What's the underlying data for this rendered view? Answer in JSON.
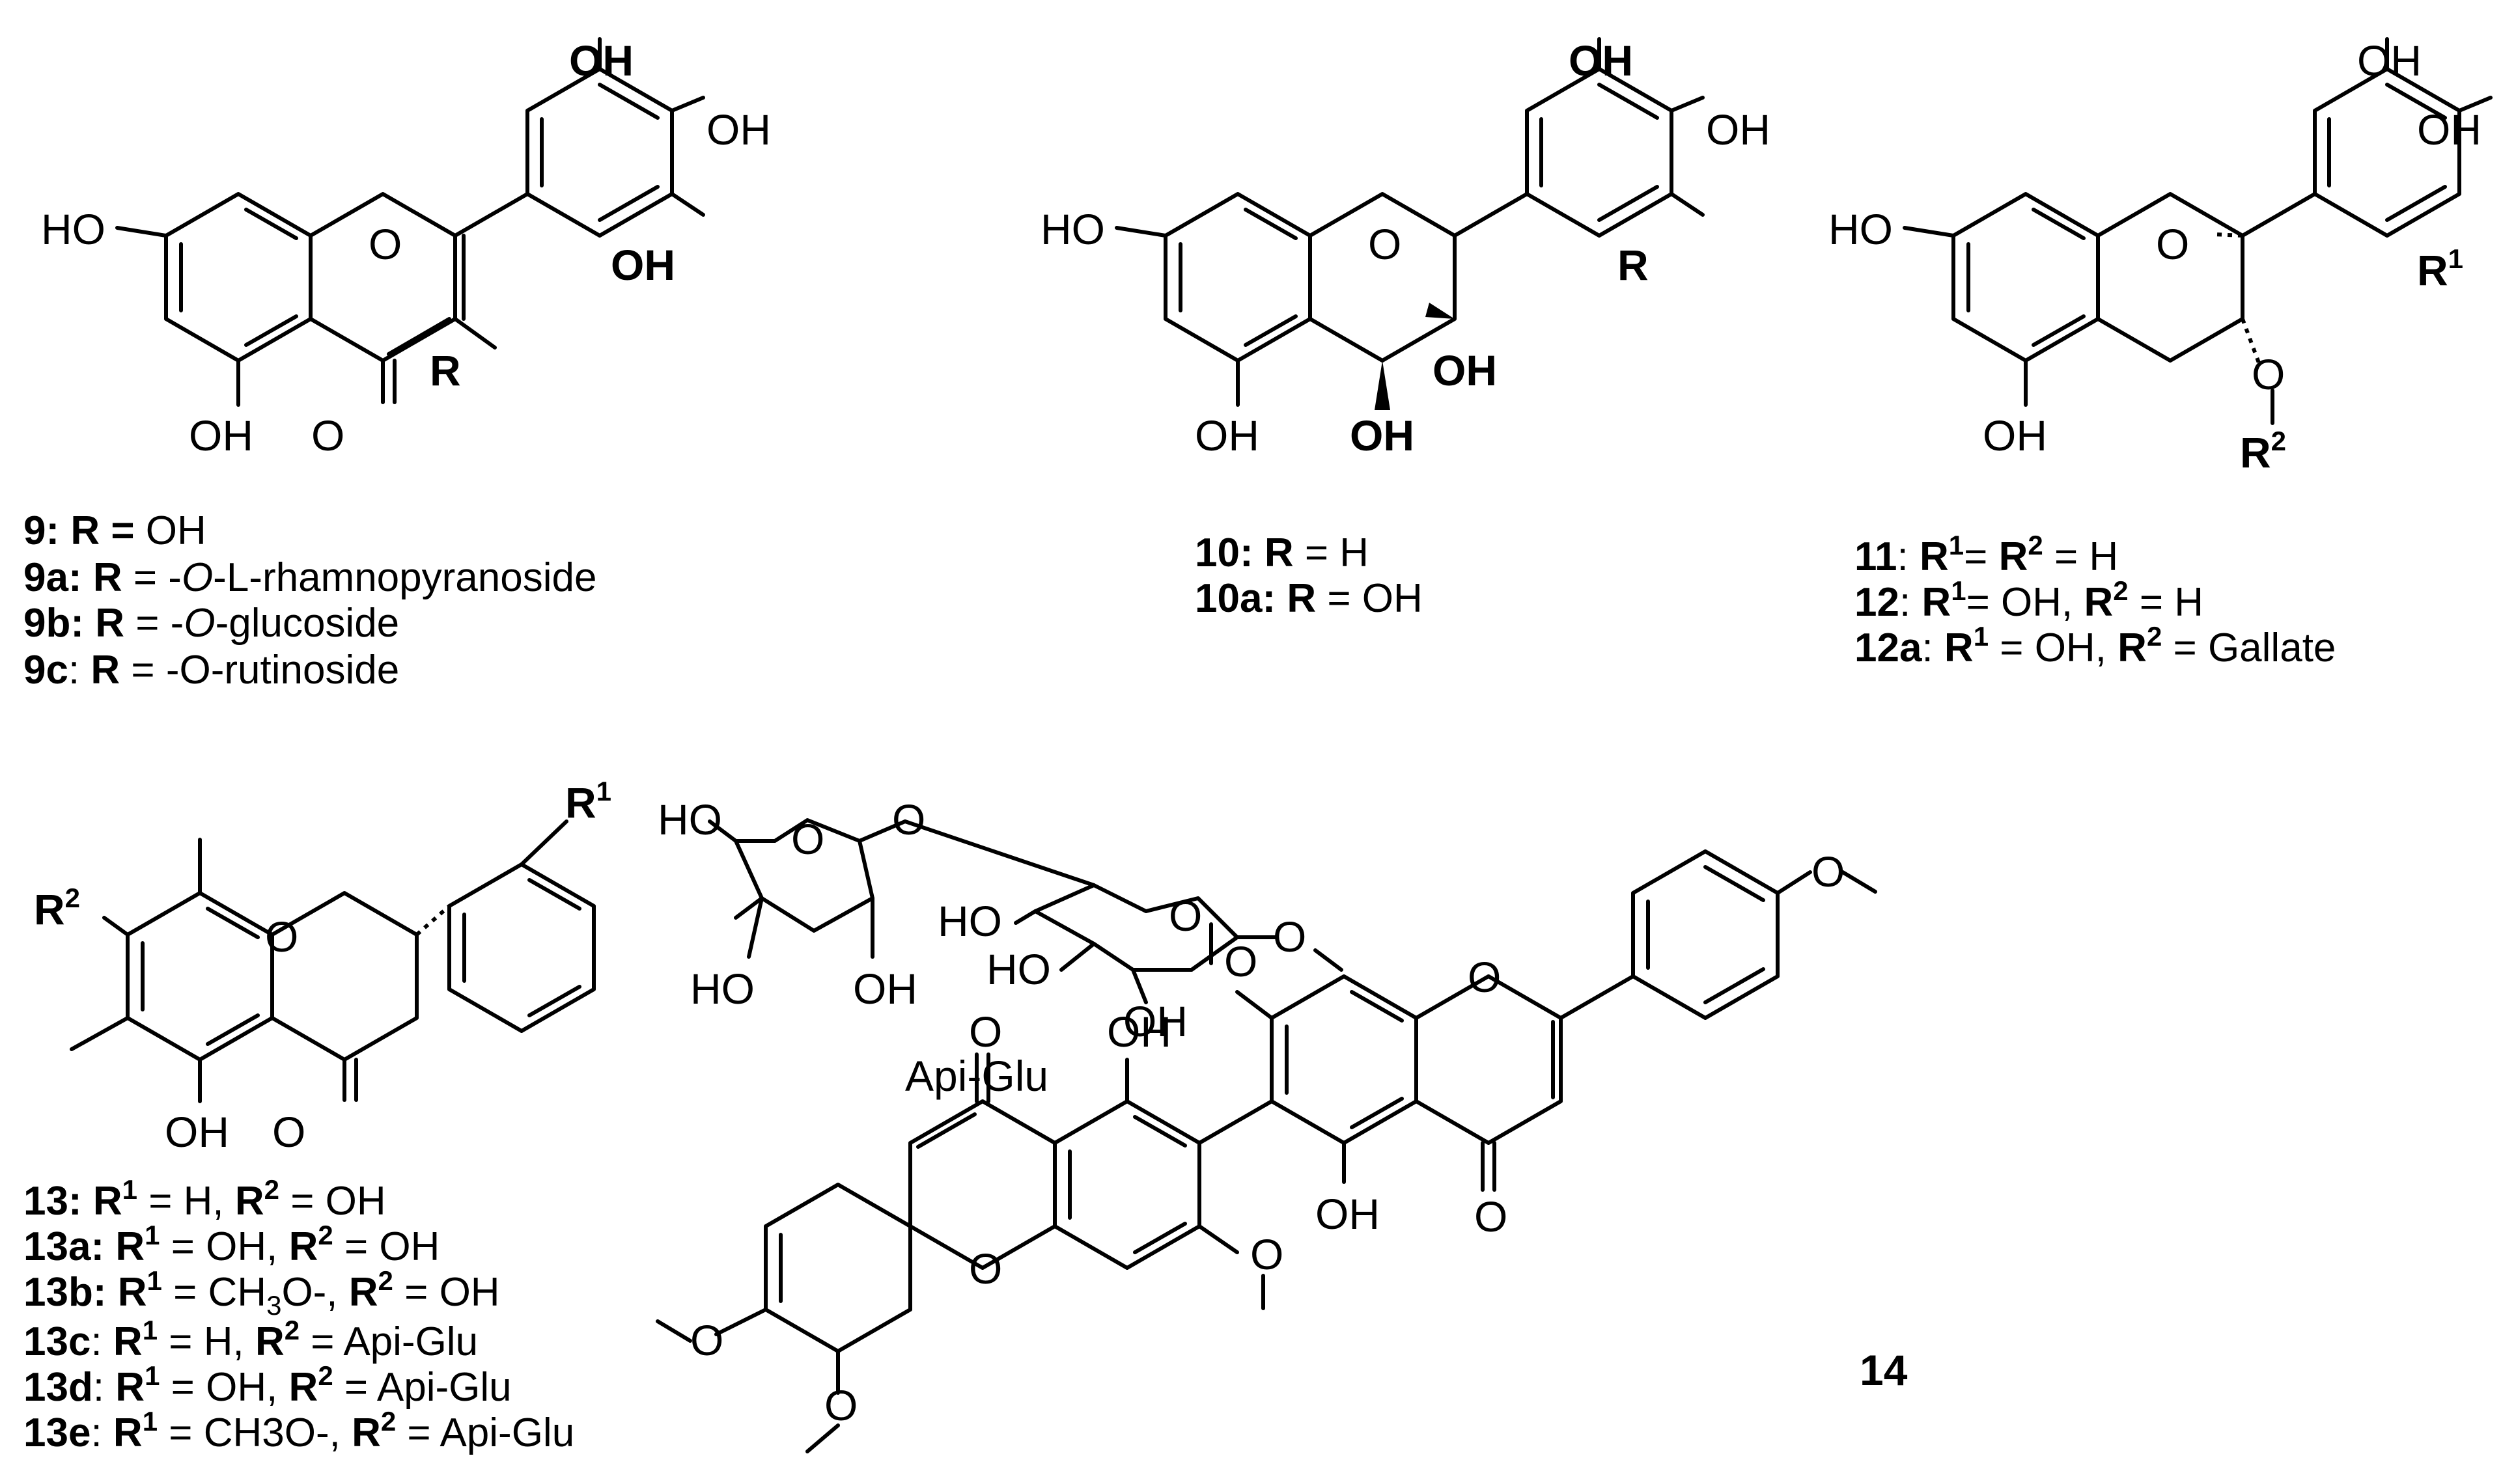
{
  "atoms": {
    "oh": "OH",
    "ho": "HO",
    "o": "O",
    "r": "R",
    "r_sym": "R",
    "sup1": "1",
    "sup2": "2"
  },
  "c9": {
    "lines": [
      {
        "id": "9",
        "post": ": ",
        "r": "R =",
        "val": " OH"
      },
      {
        "id": "9a",
        "post": ": ",
        "r": "R",
        "val": " = -",
        "o": "O",
        "tail": "-L-rhamnopyranoside"
      },
      {
        "id": "9b",
        "post": ": ",
        "r": "R",
        "val": " = -",
        "o": "O",
        "tail": "-glucoside"
      },
      {
        "id": "9c",
        "post": ": ",
        "r": "R",
        "val": " = -O-rutinoside"
      }
    ]
  },
  "c10": {
    "lines": [
      {
        "id": "10",
        "post": ": ",
        "r": "R",
        "val": " = H"
      },
      {
        "id": "10a",
        "post": ": ",
        "r": "R",
        "val": " = OH"
      }
    ]
  },
  "c11": {
    "l1": {
      "id": "11",
      "t1": ": ",
      "r1": "R",
      "s1": "1",
      "t2": "= ",
      "r2": "R",
      "s2": "2",
      "t3": " = H"
    },
    "l2": {
      "id": "12",
      "t1": ": ",
      "r1": "R",
      "s1": "1",
      "t2": "= OH, ",
      "r2": "R",
      "s2": "2",
      "t3": " = H"
    },
    "l3": {
      "id": "12a",
      "t1": ": ",
      "r1": "R",
      "s1": "1",
      "t2": " = OH, ",
      "r2": "R",
      "s2": "2",
      "t3": " = Gallate"
    }
  },
  "c13": {
    "l1": {
      "id": "13:",
      "t1": " ",
      "r1": "R",
      "s1": "1",
      "t2": " = H, ",
      "r2": "R",
      "s2": "2",
      "t3": " = OH"
    },
    "l2": {
      "id": "13a:",
      "t1": " ",
      "r1": "R",
      "s1": "1",
      "t2": " = OH, ",
      "r2": "R",
      "s2": "2",
      "t3": " = OH"
    },
    "l3": {
      "id": "13b:",
      "t1": " ",
      "r1": "R",
      "s1": "1",
      "t2": " = CH",
      "sub": "3",
      "t2b": "O-, ",
      "r2": "R",
      "s2": "2",
      "t3": " = OH"
    },
    "l4": {
      "id": "13c",
      "t1": ": ",
      "r1": "R",
      "s1": "1",
      "t2": " = H, ",
      "r2": "R",
      "s2": "2",
      "t3": " = Api-Glu"
    },
    "l5": {
      "id": "13d",
      "t1": ": ",
      "r1": "R",
      "s1": "1",
      "t2": " = OH, ",
      "r2": "R",
      "s2": "2",
      "t3": " = Api-Glu"
    },
    "l6": {
      "id": "13e",
      "t1": ": ",
      "r1": "R",
      "s1": "1",
      "t2": " = CH3O-, ",
      "r2": "R",
      "s2": "2",
      "t3": " = Api-Glu"
    }
  },
  "sugar": {
    "caption": "Api-Glu"
  },
  "c14": {
    "label": "14"
  }
}
